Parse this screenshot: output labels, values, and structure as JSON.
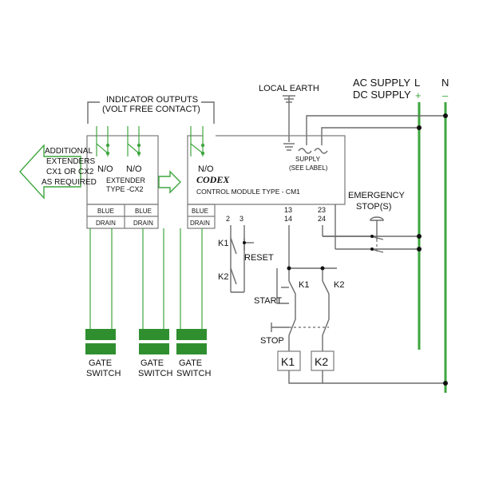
{
  "supply": {
    "ac": "AC SUPPLY",
    "dc": "DC SUPPLY",
    "l": "L",
    "n": "N",
    "plus": "+",
    "minus": "–"
  },
  "local_earth": "LOCAL EARTH",
  "indicator": {
    "line1": "INDICATOR OUTPUTS",
    "line2": "(VOLT FREE CONTACT)"
  },
  "no_label": "N/O",
  "additional": [
    "ADDITIONAL",
    "EXTENDERS",
    "CX1 OR CX2",
    "AS REQUIRED"
  ],
  "extender": [
    "EXTENDER",
    "TYPE -CX2"
  ],
  "codex": "CODEX",
  "control_module": "CONTROL MODULE TYPE - CM1",
  "supply_label": [
    "SUPPLY",
    "(SEE LABEL)"
  ],
  "emergency": [
    "EMERGENCY",
    "STOP(S)"
  ],
  "terminals": {
    "blue": "BLUE",
    "drain": "DRAIN",
    "t2": "2",
    "t3": "3",
    "t13": "13",
    "t14": "14",
    "t23": "23",
    "t24": "24"
  },
  "k1": "K1",
  "k2": "K2",
  "reset": "RESET",
  "start": "START",
  "stop": "STOP",
  "gate_switch": [
    "GATE",
    "SWITCH"
  ],
  "colors": {
    "green": "#3fa63f",
    "wire": "#6b6b6b"
  }
}
